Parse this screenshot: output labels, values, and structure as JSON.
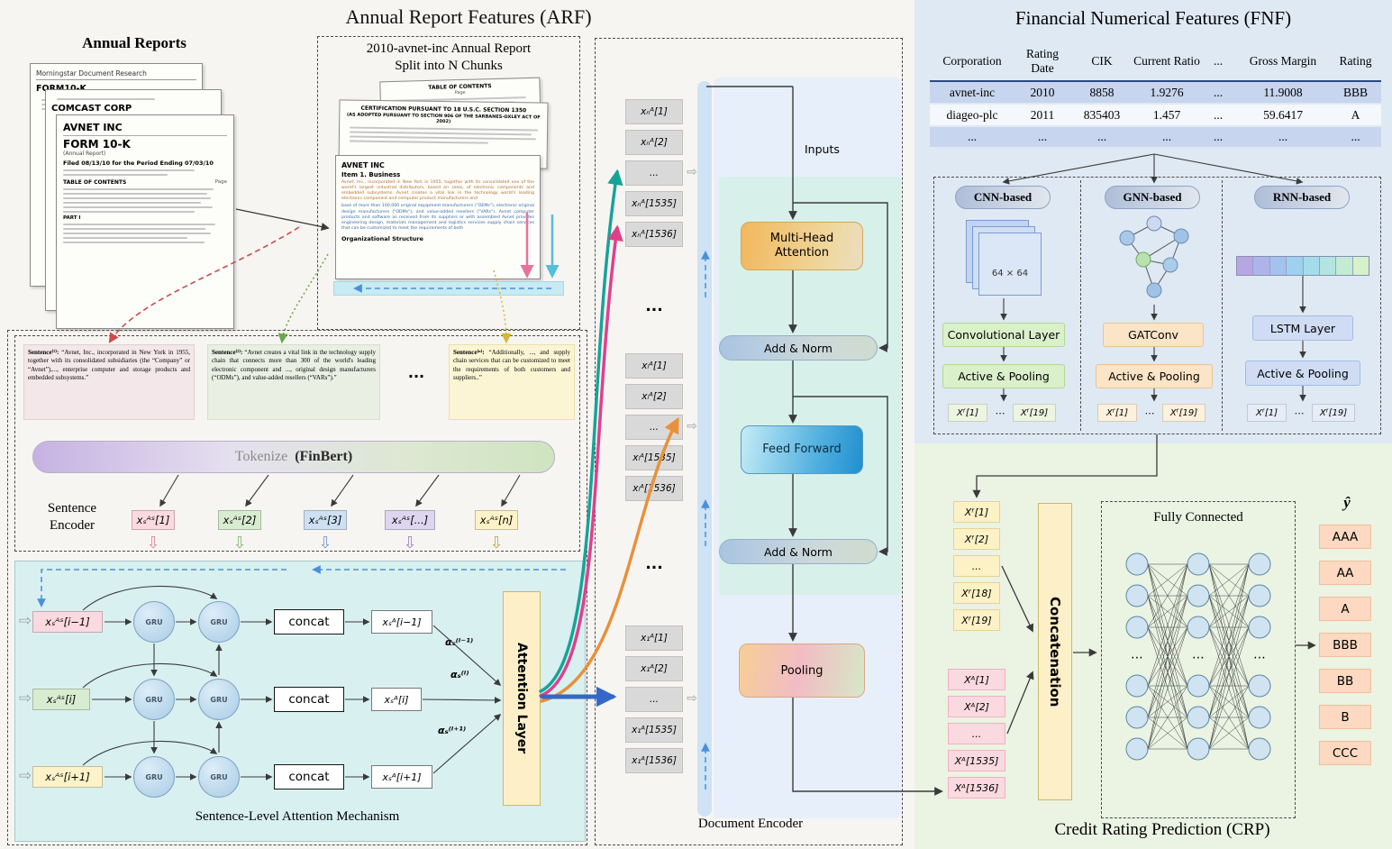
{
  "titles": {
    "arf": "Annual Report Features (ARF)",
    "fully_connected": "Fully Connected"
  },
  "icons": {
    "arrow_right": "⇨",
    "arrow_down": "⇩"
  },
  "reports": {
    "label": "Annual Reports",
    "doc1_header": "Morningstar Document Research",
    "doc1_form": "FORM10-K",
    "doc2_title": "COMCAST CORP",
    "doc3_title": "AVNET INC",
    "doc3_form": "FORM 10-K",
    "doc3_annual": "(Annual Report)",
    "doc3_filed": "Filed 08/13/10 for the Period Ending 07/03/10",
    "doc3_toc": "TABLE OF CONTENTS",
    "doc3_page": "Page",
    "doc3_part": "PART I"
  },
  "chunks": {
    "title_line1": "2010-avnet-inc Annual Report",
    "title_line2": "Split into N Chunks",
    "doc_toc": "TABLE OF CONTENTS",
    "doc_toc_page": "Page",
    "cert_line1": "CERTIFICATION PURSUANT TO 18 U.S.C. SECTION 1350",
    "cert_line2": "(AS ADOPTED PURSUANT TO SECTION 906 OF THE SARBANES-OXLEY ACT OF 2002)",
    "business_title": "AVNET INC",
    "business_item": "Item 1. Business",
    "business_para1": "Avnet, Inc., incorporated in New York in 1955, together with its consolidated one of the world's largest industrial distributors, based on sales, of electronic components and embedded subsystems. Avnet creates a vital link in the technology world's leading electronic component and computer product manufacturers and",
    "business_para2": "base of more than 100,000 original equipment manufacturers (\"OEMs\"), electronic original design manufacturers (\"ODMs\"), and value-added resellers (\"VARs\"). Avnet computer products and software as received from its suppliers or with assembled Avnet provides engineering design, materials management and logistics services supply chain services that can be customized to meet the requirements of both",
    "org_structure": "Organizational Structure"
  },
  "sentences": {
    "s1_label": "Sentence⁽¹⁾:",
    "s1_text": "“Avnet, Inc., incorporated in New York in 1955, together with its consolidated subsidiaries (the “Company” or “Avnet”),..., enterprise computer and storage products and embedded subsystems.”",
    "s2_label": "Sentence⁽²⁾:",
    "s2_text": "“Avnet creates a vital link in the technology supply chain that connects more than 300 of the world's leading electronic component and ..., original design manufacturers (“ODMs”), and value-added resellers (“VARs”).”",
    "dots": "...",
    "sn_label": "Sentence⁽ⁿ⁾:",
    "sn_text": "“Additionally, ..., and supply chain services that can be customized to meet the requirements of both customers and suppliers..”",
    "tokenize": "Tokenize",
    "finbert": "(FinBert)",
    "encoder_label": "Sentence Encoder",
    "outputs": [
      "xₛᴬˢ[1]",
      "xₛᴬˢ[2]",
      "xₛᴬˢ[3]",
      "xₛᴬˢ[...]",
      "xₛᴬˢ[n]"
    ]
  },
  "attention": {
    "inputs": [
      "xₛᴬˢ[i−1]",
      "xₛᴬˢ[i]",
      "xₛᴬˢ[i+1]"
    ],
    "gru": "GRU",
    "concat": "concat",
    "outputs": [
      "xₛᴬ[i−1]",
      "xₛᴬ[i]",
      "xₛᴬ[i+1]"
    ],
    "alphas": [
      "αₛ⁽ⁱ⁻¹⁾",
      "αₛ⁽ⁱ⁾",
      "αₛ⁽ⁱ⁺¹⁾"
    ],
    "layer_label": "Attention Layer",
    "title": "Sentence-Level Attention Mechanism"
  },
  "doc_encoder": {
    "title": "Document Encoder",
    "inputs_label": "Inputs",
    "stack_n": [
      "xₙᴬ[1]",
      "xₙᴬ[2]",
      "...",
      "xₙᴬ[1535]",
      "xₙᴬ[1536]"
    ],
    "stack_i": [
      "xᵢᴬ[1]",
      "xᵢᴬ[2]",
      "...",
      "xᵢᴬ[1535]",
      "xᵢᴬ[1536]"
    ],
    "stack_1": [
      "x₁ᴬ[1]",
      "x₁ᴬ[2]",
      "...",
      "x₁ᴬ[1535]",
      "x₁ᴬ[1536]"
    ],
    "gap_dots": "...",
    "mha": "Multi-Head Attention",
    "add_norm1": "Add & Norm",
    "feed_forward": "Feed Forward",
    "add_norm2": "Add & Norm",
    "pooling": "Pooling"
  },
  "fnf": {
    "title": "Financial Numerical Features (FNF)",
    "table": {
      "headers": [
        "Corporation",
        "Rating Date",
        "CIK",
        "Current Ratio",
        "...",
        "Gross Margin",
        "Rating"
      ],
      "rows": [
        [
          "avnet-inc",
          "2010",
          "8858",
          "1.9276",
          "...",
          "11.9008",
          "BBB"
        ],
        [
          "diageo-plc",
          "2011",
          "835403",
          "1.457",
          "...",
          "59.6417",
          "A"
        ],
        [
          "...",
          "...",
          "...",
          "...",
          "...",
          "...",
          "..."
        ]
      ]
    },
    "cnn": {
      "label": "CNN-based",
      "feature": "64 × 64",
      "layer1": "Convolutional Layer",
      "layer2": "Active & Pooling",
      "out1": "Xᶠ[1]",
      "dots": "⋯",
      "out2": "Xᶠ[19]"
    },
    "gnn": {
      "label": "GNN-based",
      "layer1": "GATConv",
      "layer2": "Active & Pooling",
      "out1": "Xᶠ[1]",
      "dots": "⋯",
      "out2": "Xᶠ[19]"
    },
    "rnn": {
      "label": "RNN-based",
      "layer1": "LSTM Layer",
      "layer2": "Active & Pooling",
      "out1": "Xᶠ[1]",
      "dots": "⋯",
      "out2": "Xᶠ[19]"
    }
  },
  "crp": {
    "title": "Credit Rating Prediction (CRP)",
    "xf": [
      "Xᶠ[1]",
      "Xᶠ[2]",
      "...",
      "Xᶠ[18]",
      "Xᶠ[19]"
    ],
    "xa": [
      "Xᴬ[1]",
      "Xᴬ[2]",
      "...",
      "Xᴬ[1535]",
      "Xᴬ[1536]"
    ],
    "concat_label": "Concatenation",
    "fc_label": "Fully Connected",
    "yhat": "ŷ",
    "nn_dots": "⋯",
    "ratings": [
      "AAA",
      "AA",
      "A",
      "BBB",
      "BB",
      "B",
      "CCC"
    ]
  },
  "colors": {
    "fnf_panel": "#dfe9f4",
    "crp_panel": "#ebf3e3",
    "attention_panel": "#d9f0f0",
    "encoder_panel": "#e7effa",
    "encoder_inner": "#d8f0ea",
    "token_box": "#d9d9d9",
    "mha_orange": "#f2b75c",
    "feed_forward_blue": "#2b9ad4",
    "attention_layer_yellow": "#fdf0c8",
    "xf_box": "#fdf2c6",
    "xa_box": "#fbd9e1",
    "rating_box": "#fcd9c0",
    "table_row_highlight": "#c8d5ee"
  }
}
